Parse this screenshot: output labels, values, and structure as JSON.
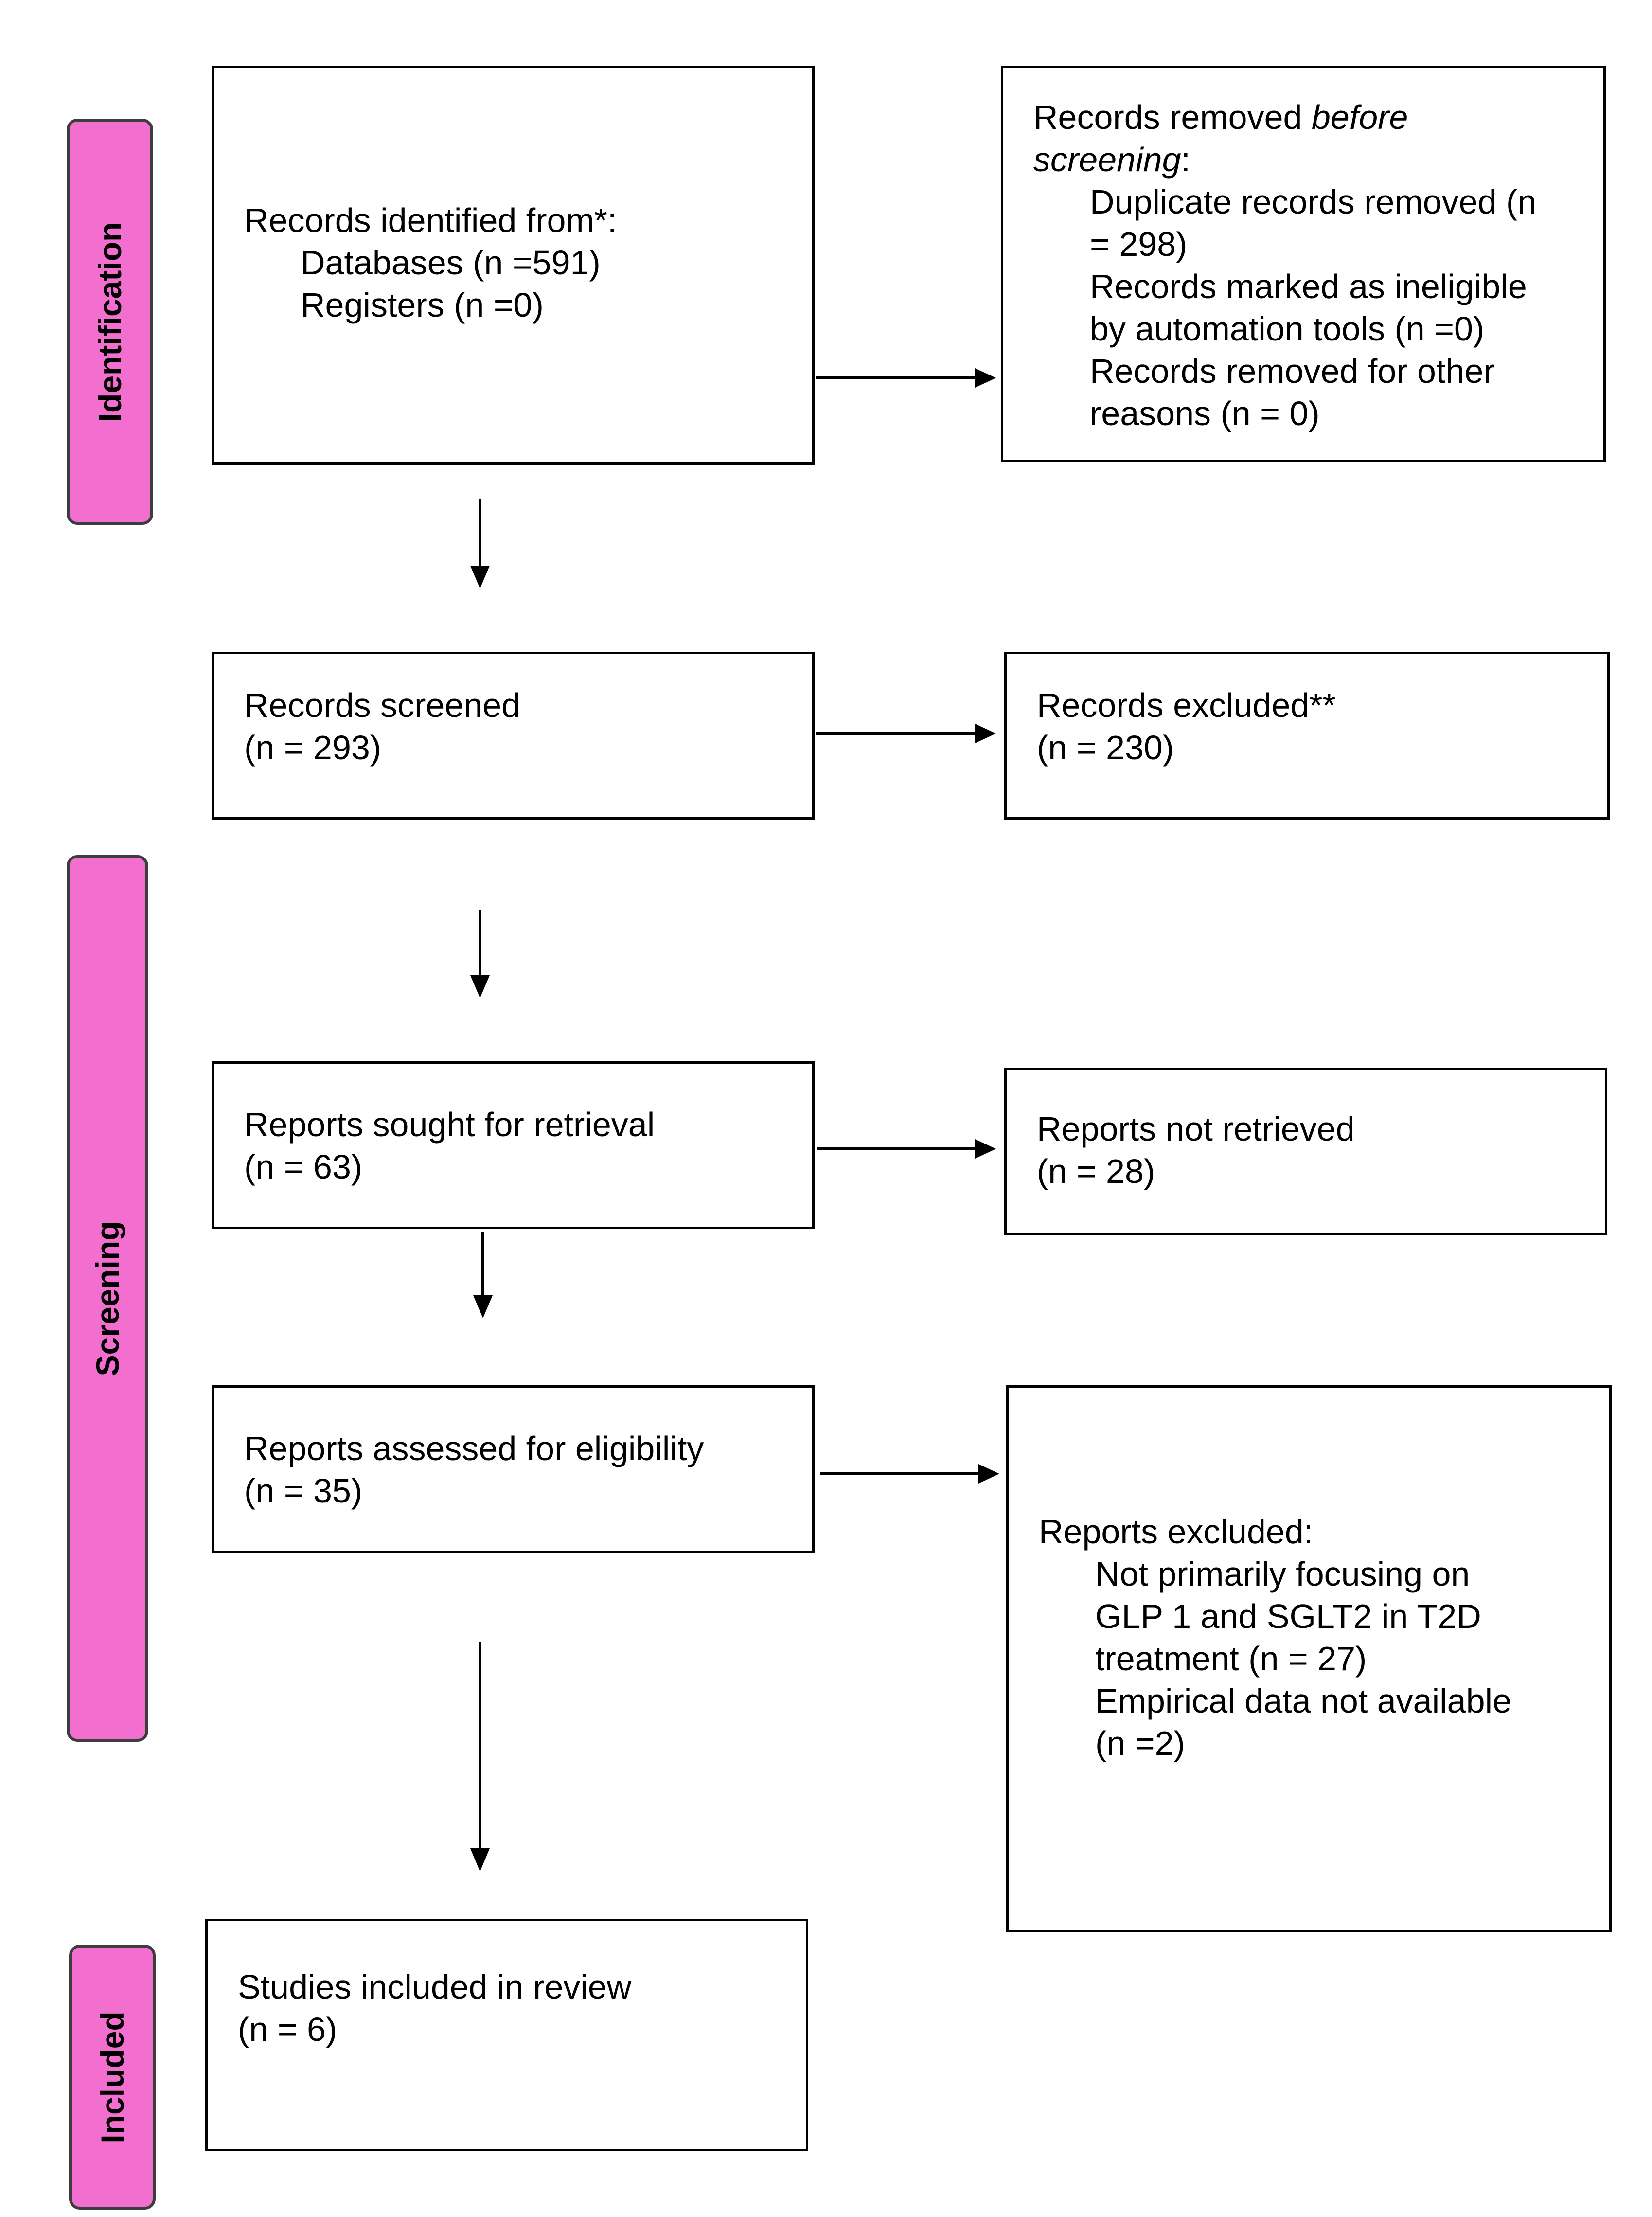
{
  "phases": {
    "identification": "Identification",
    "screening": "Screening",
    "included": "Included"
  },
  "boxes": {
    "identified": {
      "title": "Records identified from*:",
      "databases": "Databases (n =591)",
      "registers": "Registers (n =0)"
    },
    "removed": {
      "title_plain": "Records removed ",
      "title_italic_1": "before",
      "title_italic_2": "screening",
      "title_colon": ":",
      "duplicates_1": "Duplicate records removed (n",
      "duplicates_2": "= 298)",
      "ineligible_1": "Records marked as ineligible",
      "ineligible_2": "by automation tools (n =0)",
      "other_1": "Records removed for other",
      "other_2": "reasons (n = 0)"
    },
    "screened": {
      "title": "Records screened",
      "count": "(n = 293)"
    },
    "excluded": {
      "title": "Records excluded**",
      "count": "(n = 230)"
    },
    "sought": {
      "title": "Reports sought for retrieval",
      "count": "(n = 63)"
    },
    "not_retrieved": {
      "title": "Reports not retrieved",
      "count": "(n = 28)"
    },
    "assessed": {
      "title": "Reports assessed for eligibility",
      "count": "(n = 35)"
    },
    "reports_excluded": {
      "title": "Reports excluded:",
      "reason1_1": "Not primarily focusing on",
      "reason1_2": "GLP 1 and SGLT2 in T2D",
      "reason1_3": "treatment (n = 27)",
      "reason2_1": "Empirical data not available",
      "reason2_2": "(n =2)"
    },
    "included": {
      "title": "Studies included in review",
      "count": "(n = 6)"
    }
  },
  "colors": {
    "phase_fill": "#f26fd0",
    "phase_border": "#3d3d3d",
    "box_border": "#000000"
  }
}
